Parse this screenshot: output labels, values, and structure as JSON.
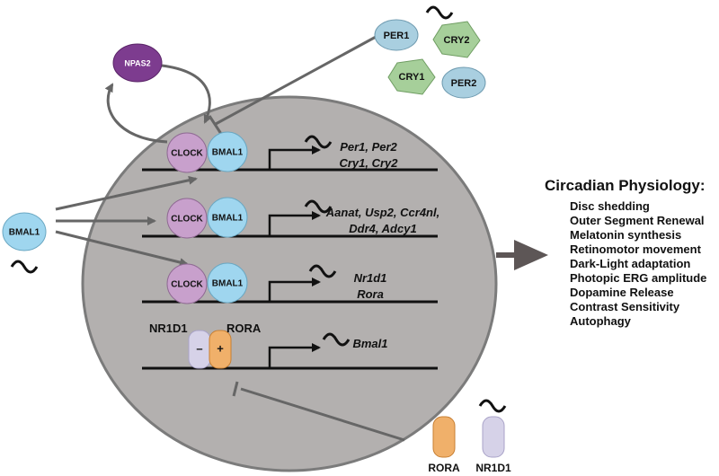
{
  "colors": {
    "nucleus_fill": "#b3b0af",
    "nucleus_stroke": "#7b7b7b",
    "arrow": "#666666",
    "clock": "#c8a0cc",
    "bmal1": "#9fd6ef",
    "per": "#a9cfe0",
    "cry": "#a6cf9a",
    "npas2": "#7d3c8f",
    "rora": "#f0b06a",
    "nr1d1": "#d6d2e8"
  },
  "icons": [
    "mrna-squiggle-icon",
    "transcription-arrow-icon",
    "inhibition-bar-icon"
  ],
  "proteins": {
    "npas2": "NPAS2",
    "per1": "PER1",
    "cry2": "CRY2",
    "cry1": "CRY1",
    "per2": "PER2",
    "bmal1_external": "BMAL1"
  },
  "promoters": [
    {
      "clock": "CLOCK",
      "bmal1": "BMAL1",
      "genes": [
        "Per1, Per2",
        "Cry1, Cry2"
      ]
    },
    {
      "clock": "CLOCK",
      "bmal1": "BMAL1",
      "genes": [
        "Aanat, Usp2, Ccr4nl,",
        "Ddr4, Adcy1"
      ]
    },
    {
      "clock": "CLOCK",
      "bmal1": "BMAL1",
      "genes": [
        "Nr1d1",
        "Rora"
      ]
    }
  ],
  "bmal1_promoter": {
    "nr1d1": "NR1D1",
    "rora": "RORA",
    "minus": "–",
    "plus": "+",
    "gene": "Bmal1"
  },
  "bottom_legend": {
    "rora": "RORA",
    "nr1d1": "NR1D1"
  },
  "physiology": {
    "title": "Circadian Physiology:",
    "items": [
      "Disc shedding",
      "Outer Segment Renewal",
      "Melatonin synthesis",
      "Retinomotor movement",
      "Dark-Light adaptation",
      "Photopic ERG amplitude",
      "Dopamine Release",
      "Contrast Sensitivity",
      "Autophagy"
    ]
  }
}
